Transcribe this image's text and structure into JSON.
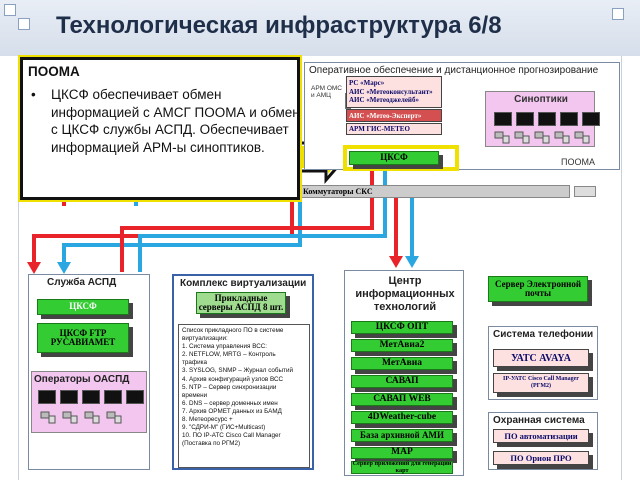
{
  "title": "Технологическая инфраструктура 6/8",
  "popup": {
    "title": "ПООМА",
    "bullet": "•",
    "text": "ЦКСФ обеспечивает обмен информацией с АМСГ ПООМА и обмен с ЦКСФ службы АСПД. Обеспечивает информацией АРМ-ы синоптиков."
  },
  "pooma_panel": {
    "title": "Оперативное обеспечение и дистанционное прогнозирование",
    "side_label": "АРМ ОМС и АМЦ",
    "apps": [
      "РС «Марс»\nАИС «Метеоконсультант»\nАИС «Метеоджелейб»",
      "АИС «Метео-Эксперт»",
      "АРМ ГИС-МЕТЕО"
    ],
    "sinoptiki": "Синоптики",
    "cksf": "ЦКСФ",
    "footer": "ПООМА"
  },
  "sks_bar": "Коммутаторы СКС",
  "aspd": {
    "title": "Служба АСПД",
    "cksf": "ЦКСФ",
    "ftp": "ЦКСФ FTP РУСАВИАМЕТ",
    "operators": "Операторы ОАСПД"
  },
  "virt": {
    "title": "Комплекс виртуализации",
    "servers": "Прикладные серверы АСПД 8 шт.",
    "list": [
      "Список прикладного ПО в системе",
      "виртуализации:",
      "1. Система управления ВСС:",
      "2. NETFLOW, MRTG – Контроль",
      "трафика",
      "3. SYSLOG, SNMP – Журнал событий",
      "4. Архив конфигураций узлов ВСС",
      "5. NTP – Сервер синхронизации",
      "времени",
      "6. DNS – сервер доменных имен",
      "7. Архив OPMET данных из БАМД",
      "8. Метеоресурс +",
      "9. \"СДРИ-М\" (ГИС+Multicast)",
      "10. ПО IP-ATC Cisco Call Manager",
      "(Поставка по РГМ2)"
    ]
  },
  "cit": {
    "title": "Центр информационных технологий",
    "items": [
      "ЦКСФ ОПТ",
      "МетАвиа2",
      "МетАвиа",
      "САВАП",
      "САВАП WEB",
      "4DWeather-cube",
      "База архивной АМИ",
      "MAP",
      "Сервер приложений для генерации карт"
    ]
  },
  "email_server": "Сервер Электронной почты",
  "phone": {
    "title": "Система телефонии",
    "items": [
      "УАТС AVAYA",
      "IP-УАТС Cisco Call Manager (РГМ2)"
    ]
  },
  "security": {
    "title": "Охранная система",
    "items": [
      "ПО автоматизации",
      "ПО Орион ПРО"
    ]
  },
  "colors": {
    "green": "#33cc33",
    "red_line": "#e8232a",
    "blue_line": "#2aa7e0",
    "highlight": "#f0e000"
  }
}
